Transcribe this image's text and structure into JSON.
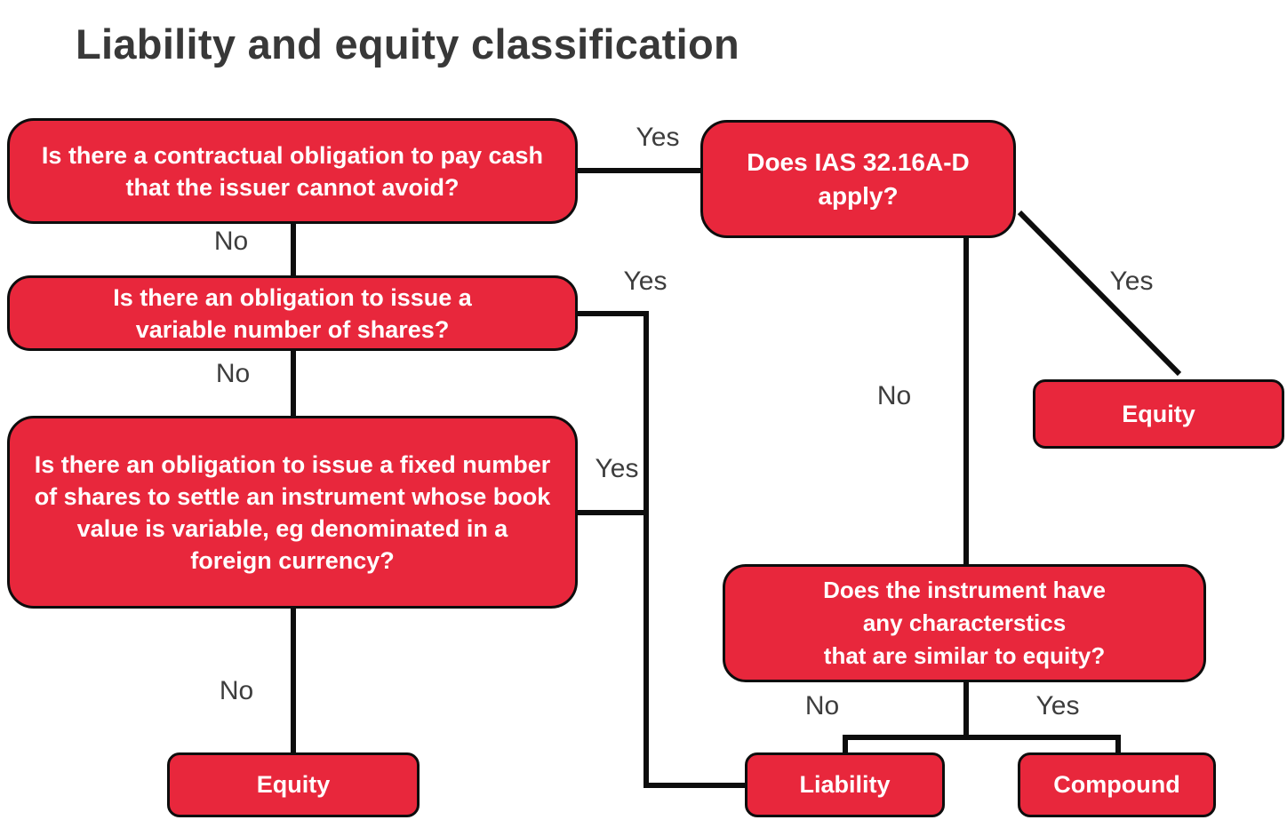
{
  "title": "Liability and equity classification",
  "colors": {
    "box_fill": "#e8273c",
    "box_border": "#0d0d0d",
    "connector": "#0d0d0d",
    "box_text": "#ffffff",
    "edge_label_text": "#3d3d3d",
    "title_text": "#383838",
    "background": "#ffffff"
  },
  "nodes": {
    "q_cash": {
      "lines": [
        "Is there a contractual obligation to pay cash",
        "that the issuer cannot avoid?"
      ]
    },
    "q_ias": {
      "lines": [
        "Does IAS 32.16A-D",
        "apply?"
      ]
    },
    "q_variable": {
      "lines": [
        "Is there an obligation to issue a",
        "variable number of shares?"
      ]
    },
    "q_fixed": {
      "lines": [
        "Is there an obligation to issue a fixed number",
        "of shares to settle an instrument whose book",
        "value is variable, eg denominated in a",
        "foreign currency?"
      ]
    },
    "q_characteristics": {
      "lines": [
        "Does the instrument have",
        "any characterstics",
        "that are similar to equity?"
      ]
    },
    "equity_left": {
      "lines": [
        "Equity"
      ]
    },
    "equity_right": {
      "lines": [
        "Equity"
      ]
    },
    "liability": {
      "lines": [
        "Liability"
      ]
    },
    "compound": {
      "lines": [
        "Compound"
      ]
    }
  },
  "edge_labels": {
    "yes_cash_to_ias": "Yes",
    "no_cash_to_variable": "No",
    "yes_variable_to_liability": "Yes",
    "no_variable_to_fixed": "No",
    "yes_fixed_to_liability": "Yes",
    "no_ias_to_characteristics": "No",
    "yes_ias_to_equity": "Yes",
    "no_fixed_to_equity": "No",
    "no_characteristics_to_liability": "No",
    "yes_characteristics_to_compound": "Yes"
  }
}
